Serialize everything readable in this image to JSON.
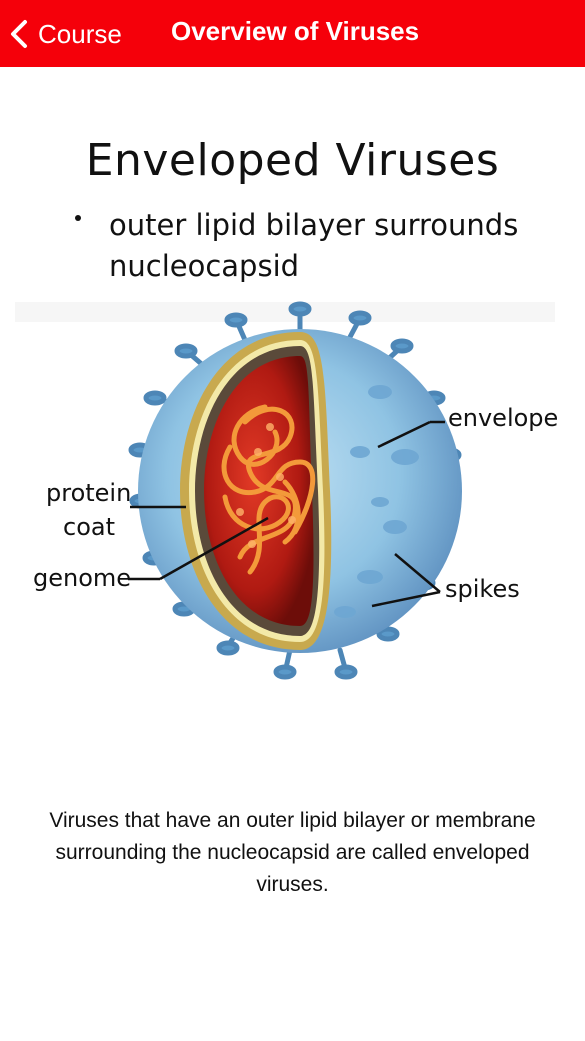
{
  "nav": {
    "back_label": "Course",
    "title": "Overview of Viruses"
  },
  "slide": {
    "heading": "Enveloped Viruses",
    "bullet": "outer lipid bilayer surrounds nucleocapsid",
    "labels": {
      "envelope": "envelope",
      "protein_coat_line1": "protein",
      "protein_coat_line2": "coat",
      "genome": "genome",
      "spikes": "spikes"
    }
  },
  "caption": "Viruses that have an outer lipid bilayer or membrane surrounding the nucleocapsid are called enveloped viruses.",
  "colors": {
    "navbar": "#f5000a",
    "envelope_blue": "#8fc3e3",
    "core_red": "#b01a12",
    "genome_orange": "#f39a3a"
  }
}
